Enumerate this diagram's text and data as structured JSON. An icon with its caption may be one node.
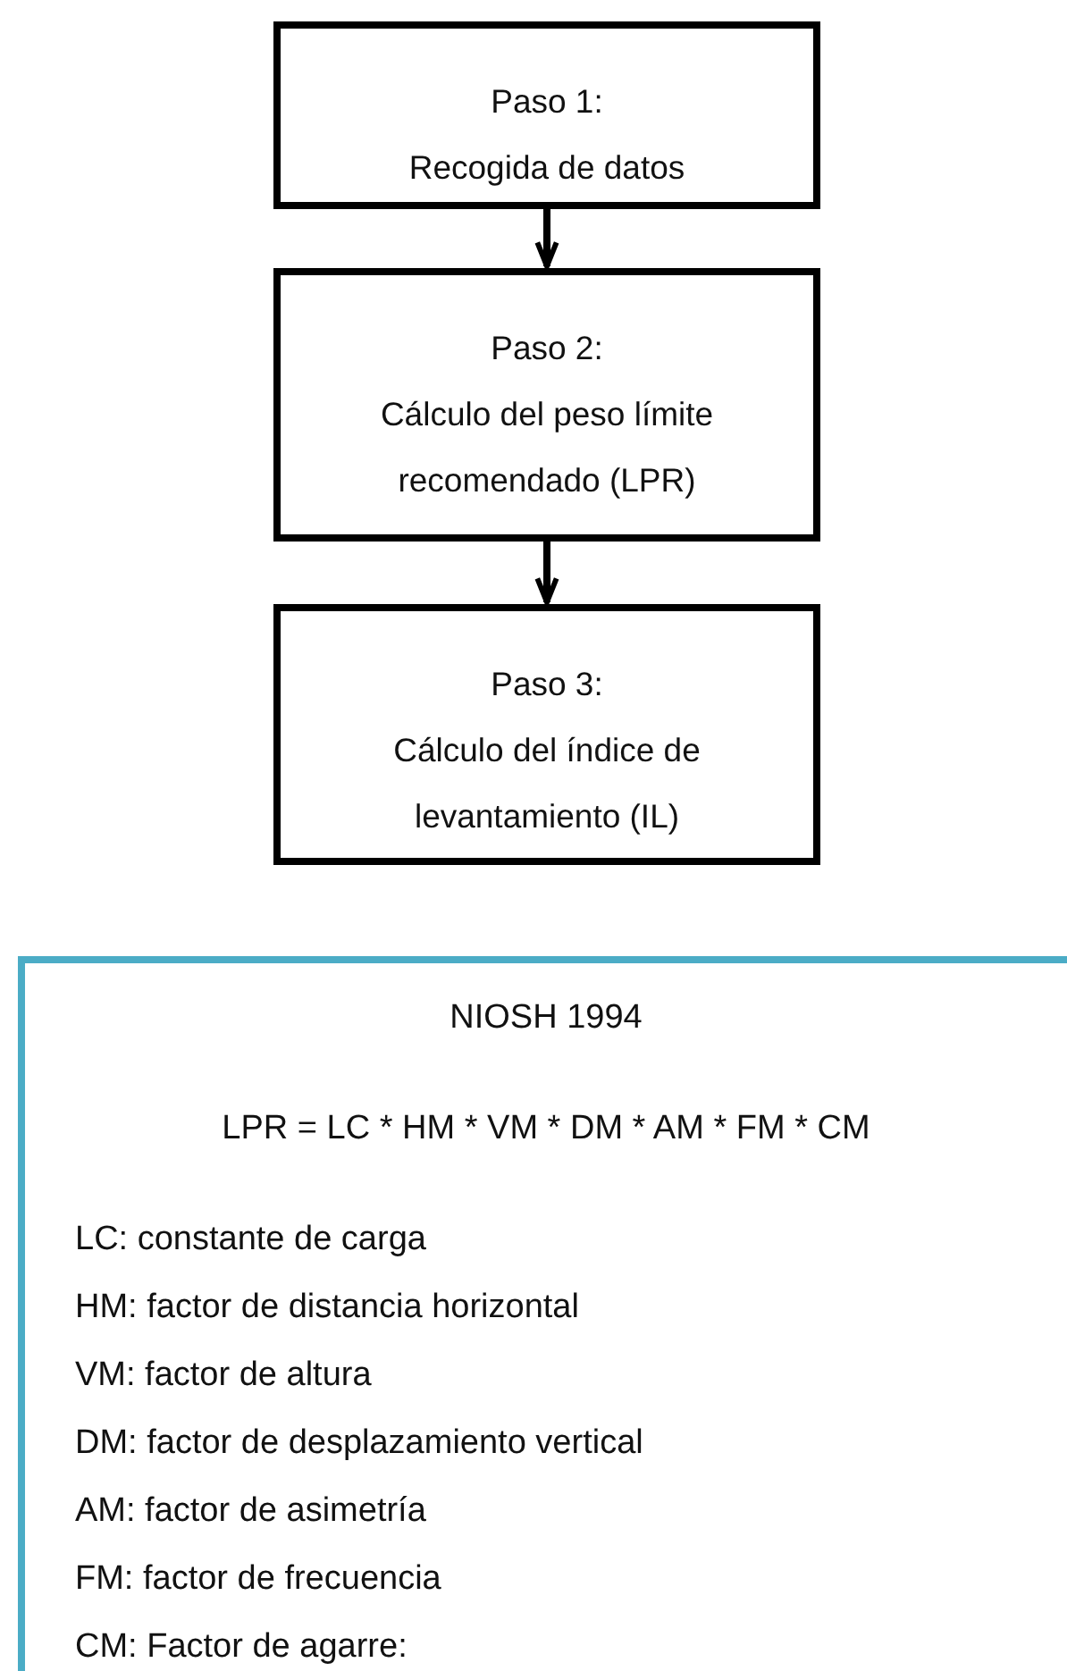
{
  "diagram": {
    "nodes": [
      {
        "text": [
          "Paso 1:",
          "Recogida de datos"
        ]
      },
      {
        "text": [
          "Paso 2:",
          "Cálculo del peso límite recomendado (LPR)"
        ]
      },
      {
        "text": [
          "Paso 3:",
          "Cálculo del índice de levantamiento (IL)"
        ]
      },
      {
        "text": [
          "NIOSH 1994",
          "LPR = LC * HM * VM * DM * AM * FM * CM",
          "LC: constante de carga",
          "HM: factor de distancia horizontal",
          "VM: factor de altura",
          "DM: factor de desplazamiento vertical",
          "AM: factor de asimetría",
          "FM: factor de frecuencia",
          "CM: Factor de agarre:"
        ]
      }
    ],
    "edges": [
      {
        "from": 0,
        "to": 1,
        "arrow": "to"
      },
      {
        "from": 1,
        "to": 2,
        "arrow": "to"
      }
    ]
  }
}
